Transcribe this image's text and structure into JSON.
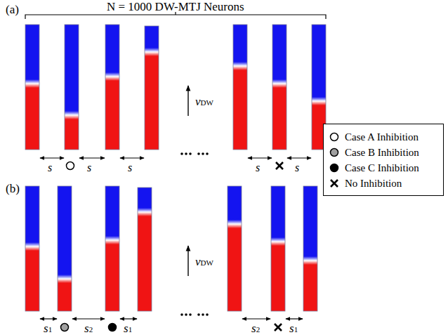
{
  "diagram": {
    "labels": [
      "N = 1000 DW-MTJ Neurons",
      "(a)",
      "vDW",
      "s",
      "s",
      "s",
      "s",
      "s",
      "(b)",
      "vDW",
      "s1",
      "s2",
      "s1",
      "s2",
      "s1"
    ],
    "legend": [
      {
        "text": "Case A Inhibition"
      },
      {
        "text": "Case B Inhibition"
      },
      {
        "text": "Case C Inhibition"
      },
      {
        "text": "No Inhibition"
      }
    ]
  }
}
